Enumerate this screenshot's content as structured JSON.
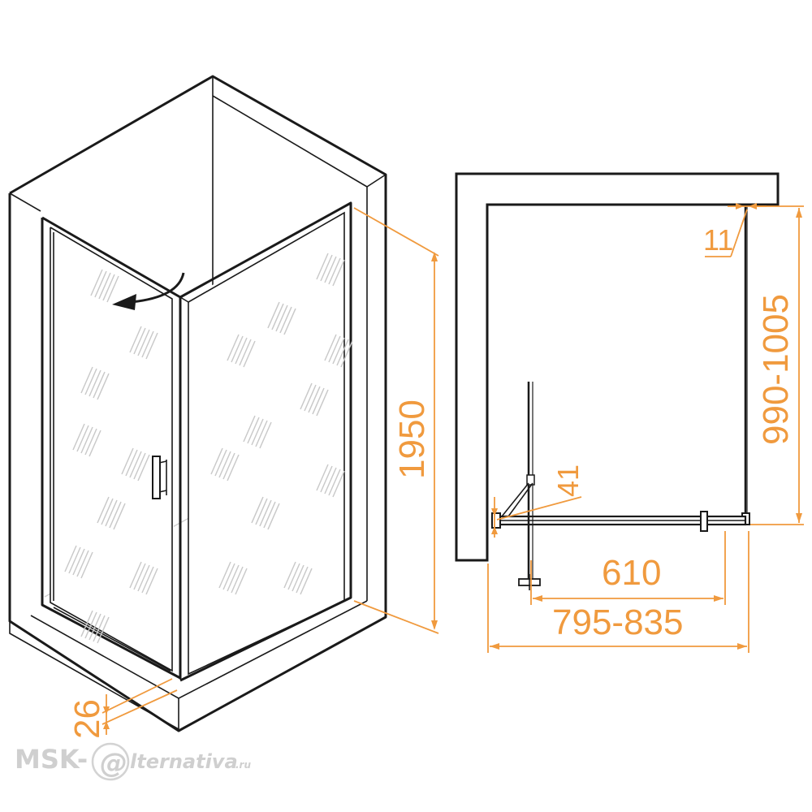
{
  "dimensions": {
    "height": "1950",
    "profile": "26",
    "fixed_panel_width": "990-1005",
    "wall_gap": "11",
    "door_profile": "41",
    "door_opening": "610",
    "door_total_width": "795-835"
  },
  "watermark": {
    "prefix": "MSK-",
    "at": "@",
    "suffix": "lternativa",
    "domain": ".ru"
  },
  "colors": {
    "dimension": "#f09a3e",
    "outline": "#1a1a1a",
    "glass_pattern": "#c9c9c9"
  }
}
